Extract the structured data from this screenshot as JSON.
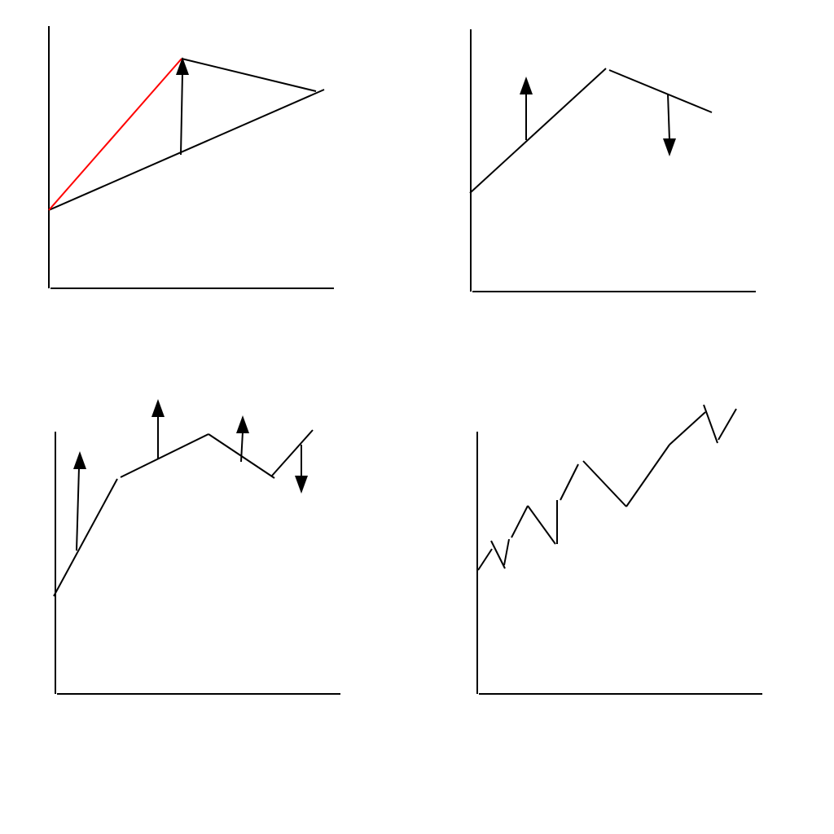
{
  "colors": {
    "background": "#ffffff",
    "line": "#000000",
    "highlight": "#ff0000"
  },
  "panels": [
    {
      "id": "top-left",
      "description_items": [
        "axes",
        "triangle",
        "red-edge",
        "up-arrow"
      ]
    },
    {
      "id": "top-right",
      "description_items": [
        "axes",
        "polyline",
        "up-arrow",
        "down-arrow"
      ]
    },
    {
      "id": "bottom-left",
      "description_items": [
        "axes",
        "segments",
        "up-arrows",
        "down-arrow"
      ]
    },
    {
      "id": "bottom-right",
      "description_items": [
        "axes",
        "zigzag-segments"
      ]
    }
  ]
}
